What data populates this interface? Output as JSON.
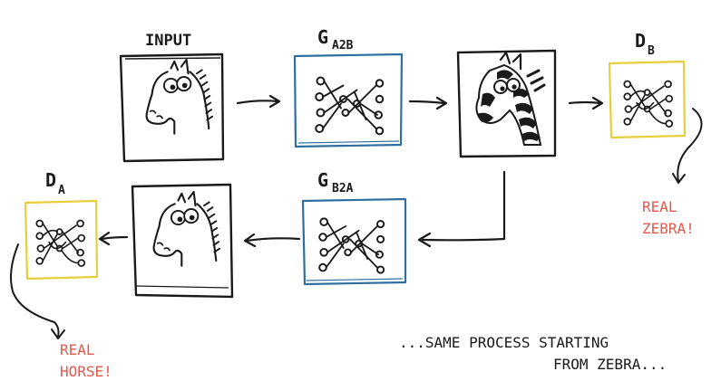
{
  "labels": {
    "input": "INPUT",
    "g_a2b_main": "G",
    "g_a2b_sub": "A2B",
    "g_b2a_main": "G",
    "g_b2a_sub": "B2A",
    "d_b_main": "D",
    "d_b_sub": "B",
    "d_a_main": "D",
    "d_a_sub": "A",
    "real_zebra_line1": "REAL",
    "real_zebra_line2": "ZEBRA!",
    "real_horse_line1": "REAL",
    "real_horse_line2": "HORSE!",
    "footer_line1": "...SAME PROCESS STARTING",
    "footer_line2": "FROM ZEBRA..."
  },
  "colors": {
    "ink": "#1a1a1a",
    "generator_border": "#2f6f9f",
    "discriminator_border": "#e8cf3a",
    "accent_red": "#e05a4e"
  },
  "icons": {
    "input_image": "horse-sketch",
    "generated_image": "zebra-sketch",
    "reconstructed_image": "horse-sketch",
    "generator": "neural-network-sketch",
    "discriminator": "neural-network-sketch"
  }
}
